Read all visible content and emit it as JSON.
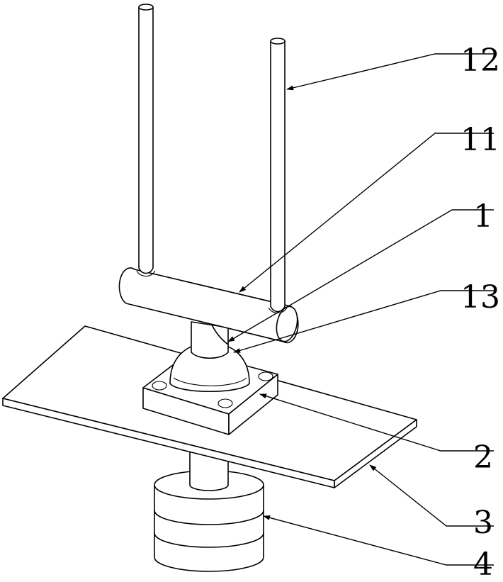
{
  "figure": {
    "labels": {
      "guide_rods": "12",
      "cross_bar": "11",
      "connector": "1",
      "dome": "13",
      "mount_block": "2",
      "plate": "3",
      "weight": "4"
    }
  }
}
